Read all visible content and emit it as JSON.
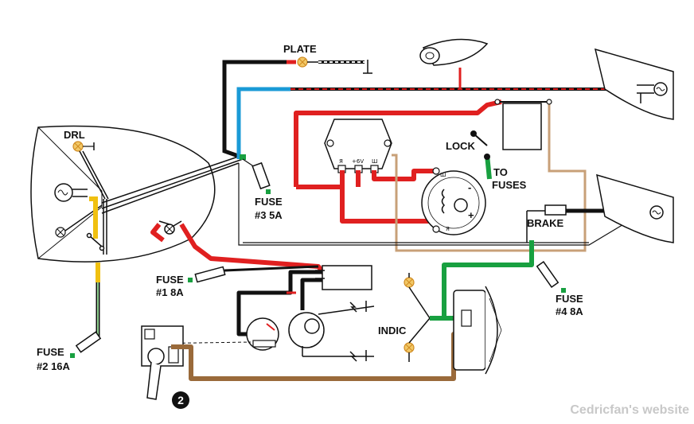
{
  "labels": {
    "plate": "PLATE",
    "drl": "DRL",
    "lock": "LOCK",
    "to": "TO",
    "fuses": "FUSES",
    "fuse3_a": "FUSE",
    "fuse3_b": "#3 5A",
    "brake": "BRAKE",
    "fuse1_a": "FUSE",
    "fuse1_b": "#1 8A",
    "fuse4_a": "FUSE",
    "fuse4_b": "#4 8A",
    "fuse2_a": "FUSE",
    "fuse2_b": "#2 16A",
    "indic": "INDIC",
    "badge": "2"
  },
  "regulator_terminals": {
    "r": "Я",
    "v6": "+6V",
    "sh": "Ш"
  },
  "generator_terminals": {
    "sh": "Ш",
    "r": "Я",
    "minus": "-",
    "plus": "+"
  },
  "credit": "Cedricfan's website",
  "wire_colors": {
    "red": "#e02020",
    "black": "#111111",
    "blue": "#1a9ad6",
    "green": "#18a040",
    "yellow": "#f0c010",
    "brown": "#9a6a3a",
    "tan": "#c8a078"
  }
}
